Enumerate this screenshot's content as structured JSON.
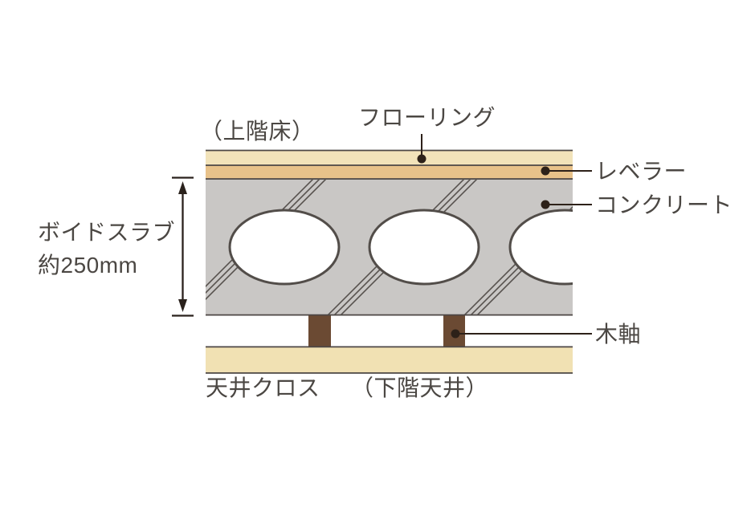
{
  "labels": {
    "upper_floor": "（上階床）",
    "flooring": "フローリング",
    "leveler": "レベラー",
    "concrete": "コンクリート",
    "void_slab": "ボイドスラブ",
    "void_slab_thickness": "約250mm",
    "wood_frame": "木軸",
    "ceiling_cloth": "天井クロス",
    "lower_ceiling": "（下階天井）"
  },
  "colors": {
    "background": "#ffffff",
    "flooring_layer": "#f2e3ba",
    "leveler_layer": "#e8c28a",
    "concrete_layer": "#c9c7c5",
    "ceiling_layer": "#f1e1b3",
    "wood_post": "#6b4a33",
    "void_fill": "#ffffff",
    "outline": "#4c4745",
    "hatch_line": "#57524e",
    "ellipse_stroke": "#524d49",
    "leader_line": "#2d2119",
    "dimension_line": "#2a211c",
    "text": "#4b4743"
  }
}
